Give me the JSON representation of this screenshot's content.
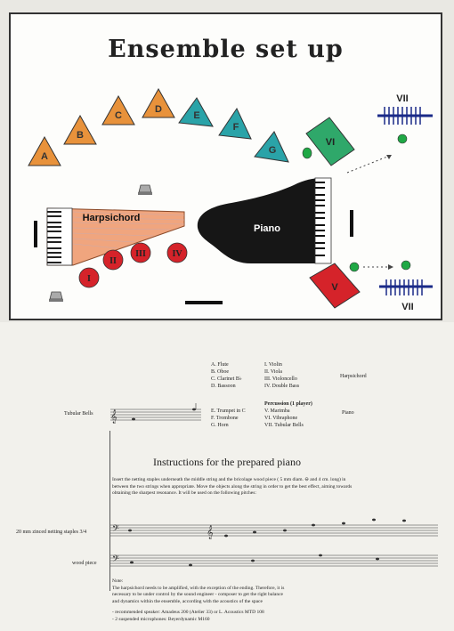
{
  "board": {
    "title": "Ensemble set up",
    "winds": [
      "A",
      "B",
      "C",
      "D",
      "E",
      "F",
      "G"
    ],
    "harpsichord": "Harpsichord",
    "piano": "Piano",
    "strings": [
      "I",
      "II",
      "III",
      "IV"
    ],
    "perc_upper": "VI",
    "perc_lower": "V",
    "bells_upper": "VII",
    "bells_lower": "VII",
    "colors": {
      "winds_orange": "#e8923b",
      "winds_teal": "#2aa3a8",
      "strings_red": "#d5232a",
      "perc_green": "#2fa86a",
      "piano_black": "#161616",
      "harpsichord_peach": "#f0a57e"
    }
  },
  "legend": {
    "col1": [
      "A. Flute",
      "B. Oboe",
      "C. Clarinet B♭",
      "D. Bassoon"
    ],
    "col2": [
      "I. Violin",
      "II. Viola",
      "III. Violoncello",
      "IV. Double Bass"
    ],
    "col3": "Harpsichord",
    "col1b": [
      "E. Trumpet in C",
      "F. Trombone",
      "G. Horn"
    ],
    "perc_heading": "Percussion (1 player)",
    "col2b": [
      "V. Marimba",
      "VI. Vibraphone",
      "VII. Tubular Bells"
    ],
    "col3b": "Piano"
  },
  "score": {
    "tubular_label": "Tubular Bells",
    "instructions_title": "Instructions for the prepared piano",
    "instructions_text": [
      "Insert the netting staples underneath the middle string and the bricolage wood piece ( 5 mm diam. ⊖ and 4 cm. long) in",
      "between the two strings when appropriate. Move the objects along the string in order to get the best effect, aiming towards",
      "obtaining the sharpest resonance. It will be used on the following pitches:"
    ],
    "staples_label": "20 mm zinced netting staples 3/4",
    "wood_label": "wood piece",
    "note_heading": "Note:",
    "note_text": [
      "The harpsichord needs to be amplified, with the exception of the ending. Therefore, it is",
      "necessary to be under control by the sound engineer - composer to get the right balance",
      "and dynamics within the ensemble, according with the acoustics of the space"
    ],
    "bullets": [
      "- recommended speaker: Amadeus 200 (Atelier 33) or L. Acoustics MTD 108",
      "- 2 suspended microphones: Beyerdynamic M160"
    ]
  }
}
